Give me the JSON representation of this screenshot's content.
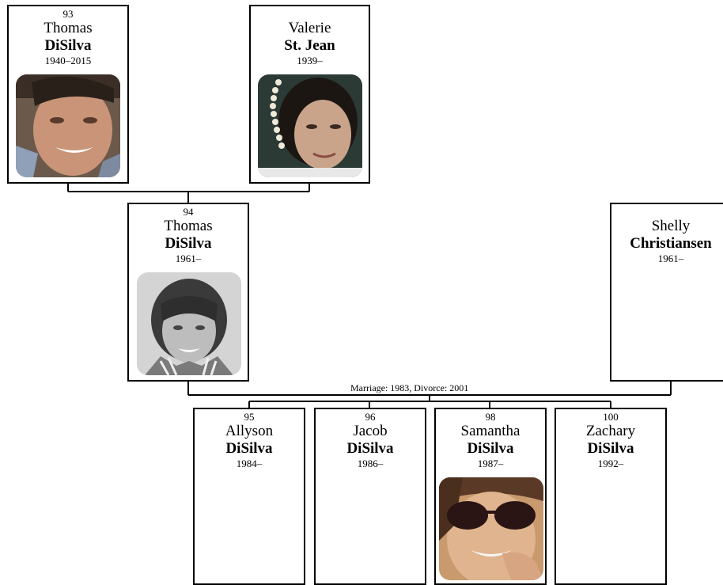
{
  "people": {
    "thomas_sr": {
      "number": "93",
      "first": "Thomas",
      "last": "DiSilva",
      "years": "1940–2015",
      "photo": "photo-man-smiling"
    },
    "valerie": {
      "number": "",
      "first": "Valerie",
      "last": "St. Jean",
      "years": "1939–",
      "photo": "photo-woman-pearls"
    },
    "thomas_jr": {
      "number": "94",
      "first": "Thomas",
      "last": "DiSilva",
      "years": "1961–",
      "photo": "photo-boy-yearbook"
    },
    "shelly": {
      "number": "",
      "first": "Shelly",
      "last": "Christiansen",
      "years": "1961–"
    },
    "allyson": {
      "number": "95",
      "first": "Allyson",
      "last": "DiSilva",
      "years": "1984–"
    },
    "jacob": {
      "number": "96",
      "first": "Jacob",
      "last": "DiSilva",
      "years": "1986–"
    },
    "samantha": {
      "number": "98",
      "first": "Samantha",
      "last": "DiSilva",
      "years": "1987–",
      "photo": "photo-woman-sunglasses"
    },
    "zachary": {
      "number": "100",
      "first": "Zachary",
      "last": "DiSilva",
      "years": "1992–"
    }
  },
  "marriage_note": "Marriage: 1983, Divorce: 2001"
}
